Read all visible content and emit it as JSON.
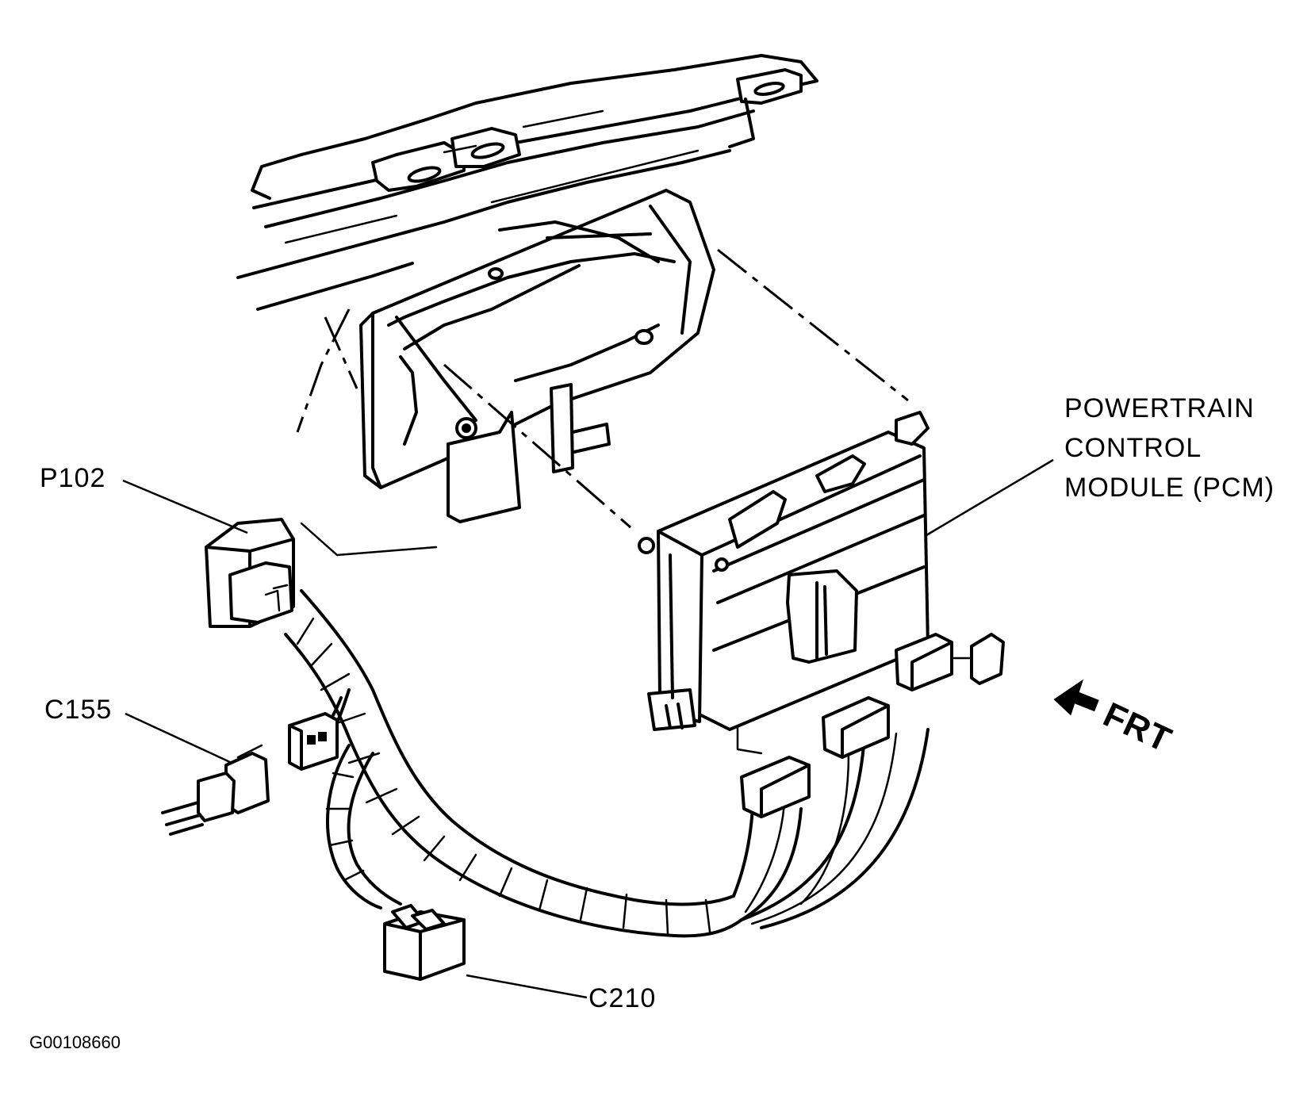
{
  "labels": {
    "p102": "P102",
    "c155": "C155",
    "c210": "C210",
    "pcm_line1": "POWERTRAIN",
    "pcm_line2": "CONTROL",
    "pcm_line3": "MODULE (PCM)",
    "front": "FRT"
  },
  "figure_code": "G00108660"
}
